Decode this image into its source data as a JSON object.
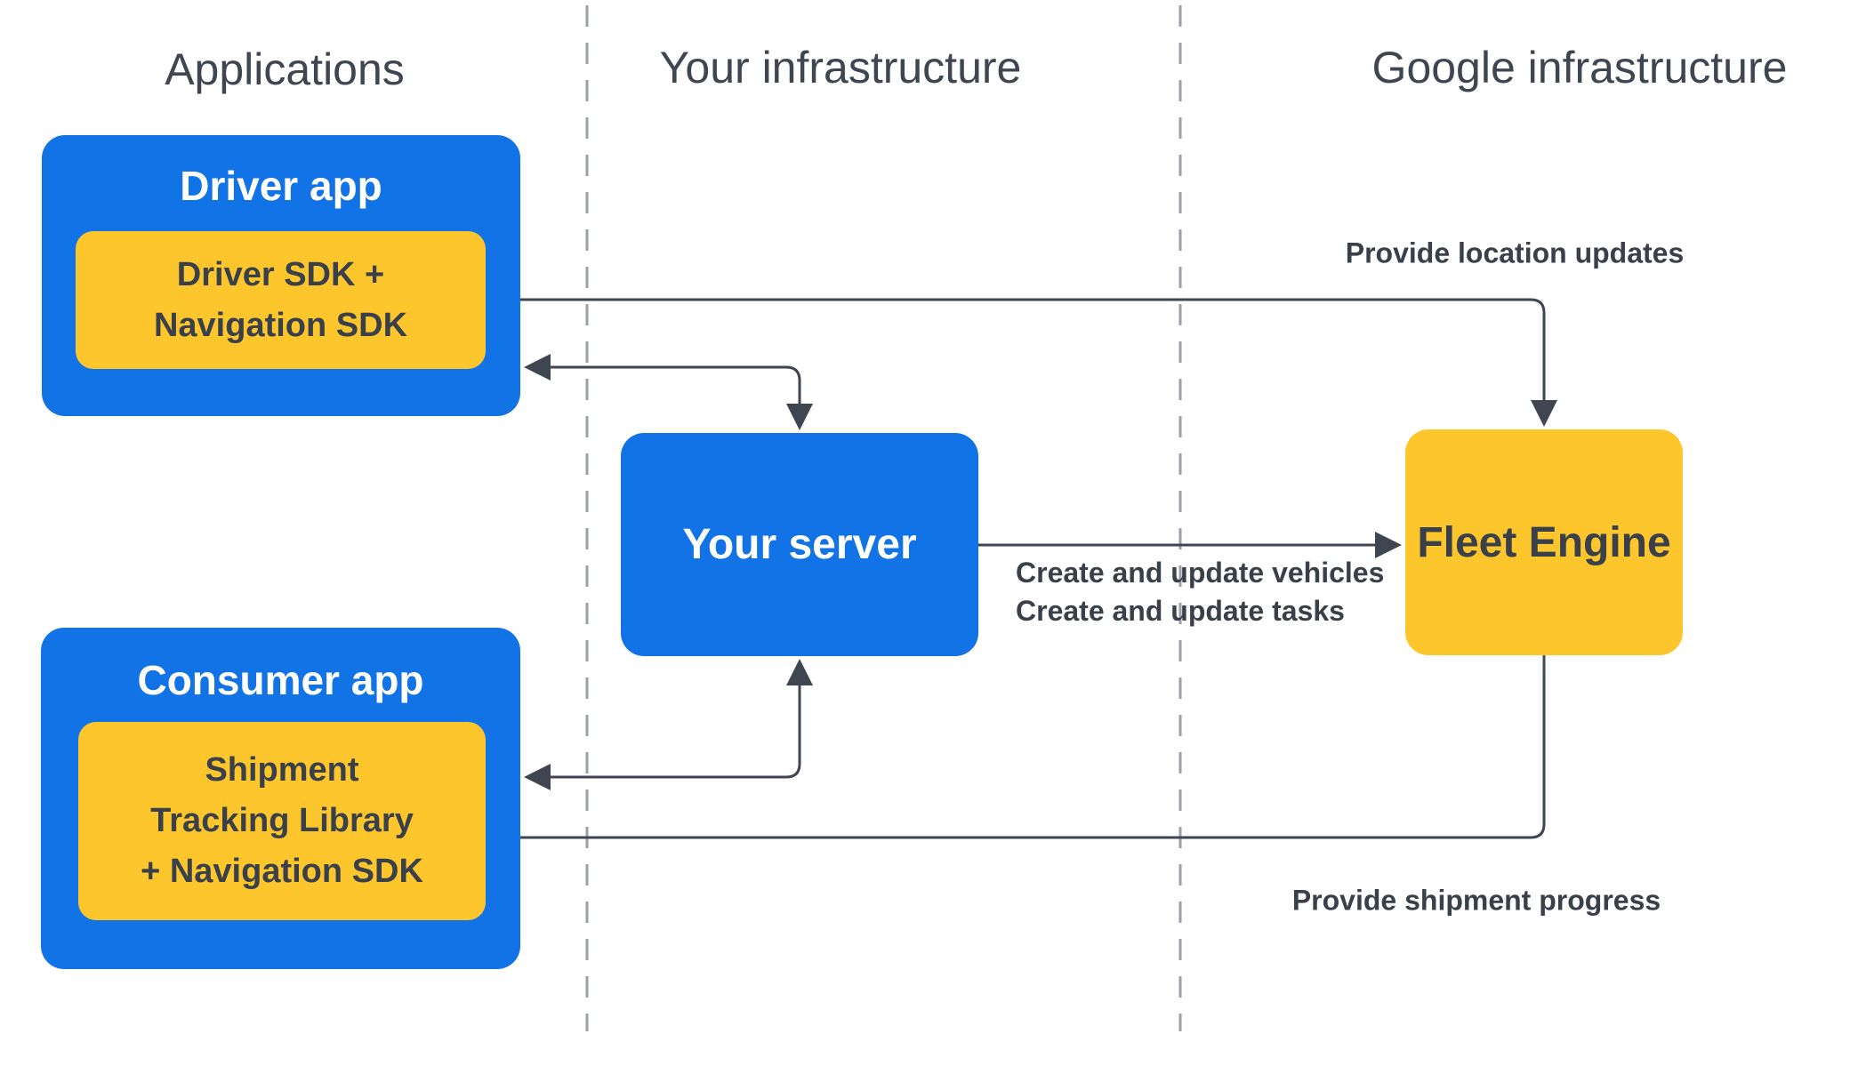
{
  "diagram": {
    "columns": {
      "applications": "Applications",
      "your_infrastructure": "Your infrastructure",
      "google_infrastructure": "Google infrastructure"
    },
    "nodes": {
      "driver_app": {
        "title": "Driver app",
        "sdk_line1": "Driver SDK +",
        "sdk_line2": "Navigation SDK"
      },
      "consumer_app": {
        "title": "Consumer app",
        "sdk_line1": "Shipment",
        "sdk_line2": "Tracking Library",
        "sdk_line3": "+ Navigation SDK"
      },
      "your_server": {
        "title": "Your server"
      },
      "fleet_engine": {
        "title": "Fleet Engine"
      }
    },
    "edge_labels": {
      "provide_location_updates": "Provide location updates",
      "create_vehicles": "Create and update vehicles",
      "create_tasks": "Create and update tasks",
      "provide_shipment_progress": "Provide shipment progress"
    }
  },
  "colors": {
    "app-blue": "#1273e6",
    "accent-yellow": "#fcc62c",
    "ink": "#3f4652",
    "dashed-gray": "#9ba1a6",
    "white": "#ffffff"
  }
}
